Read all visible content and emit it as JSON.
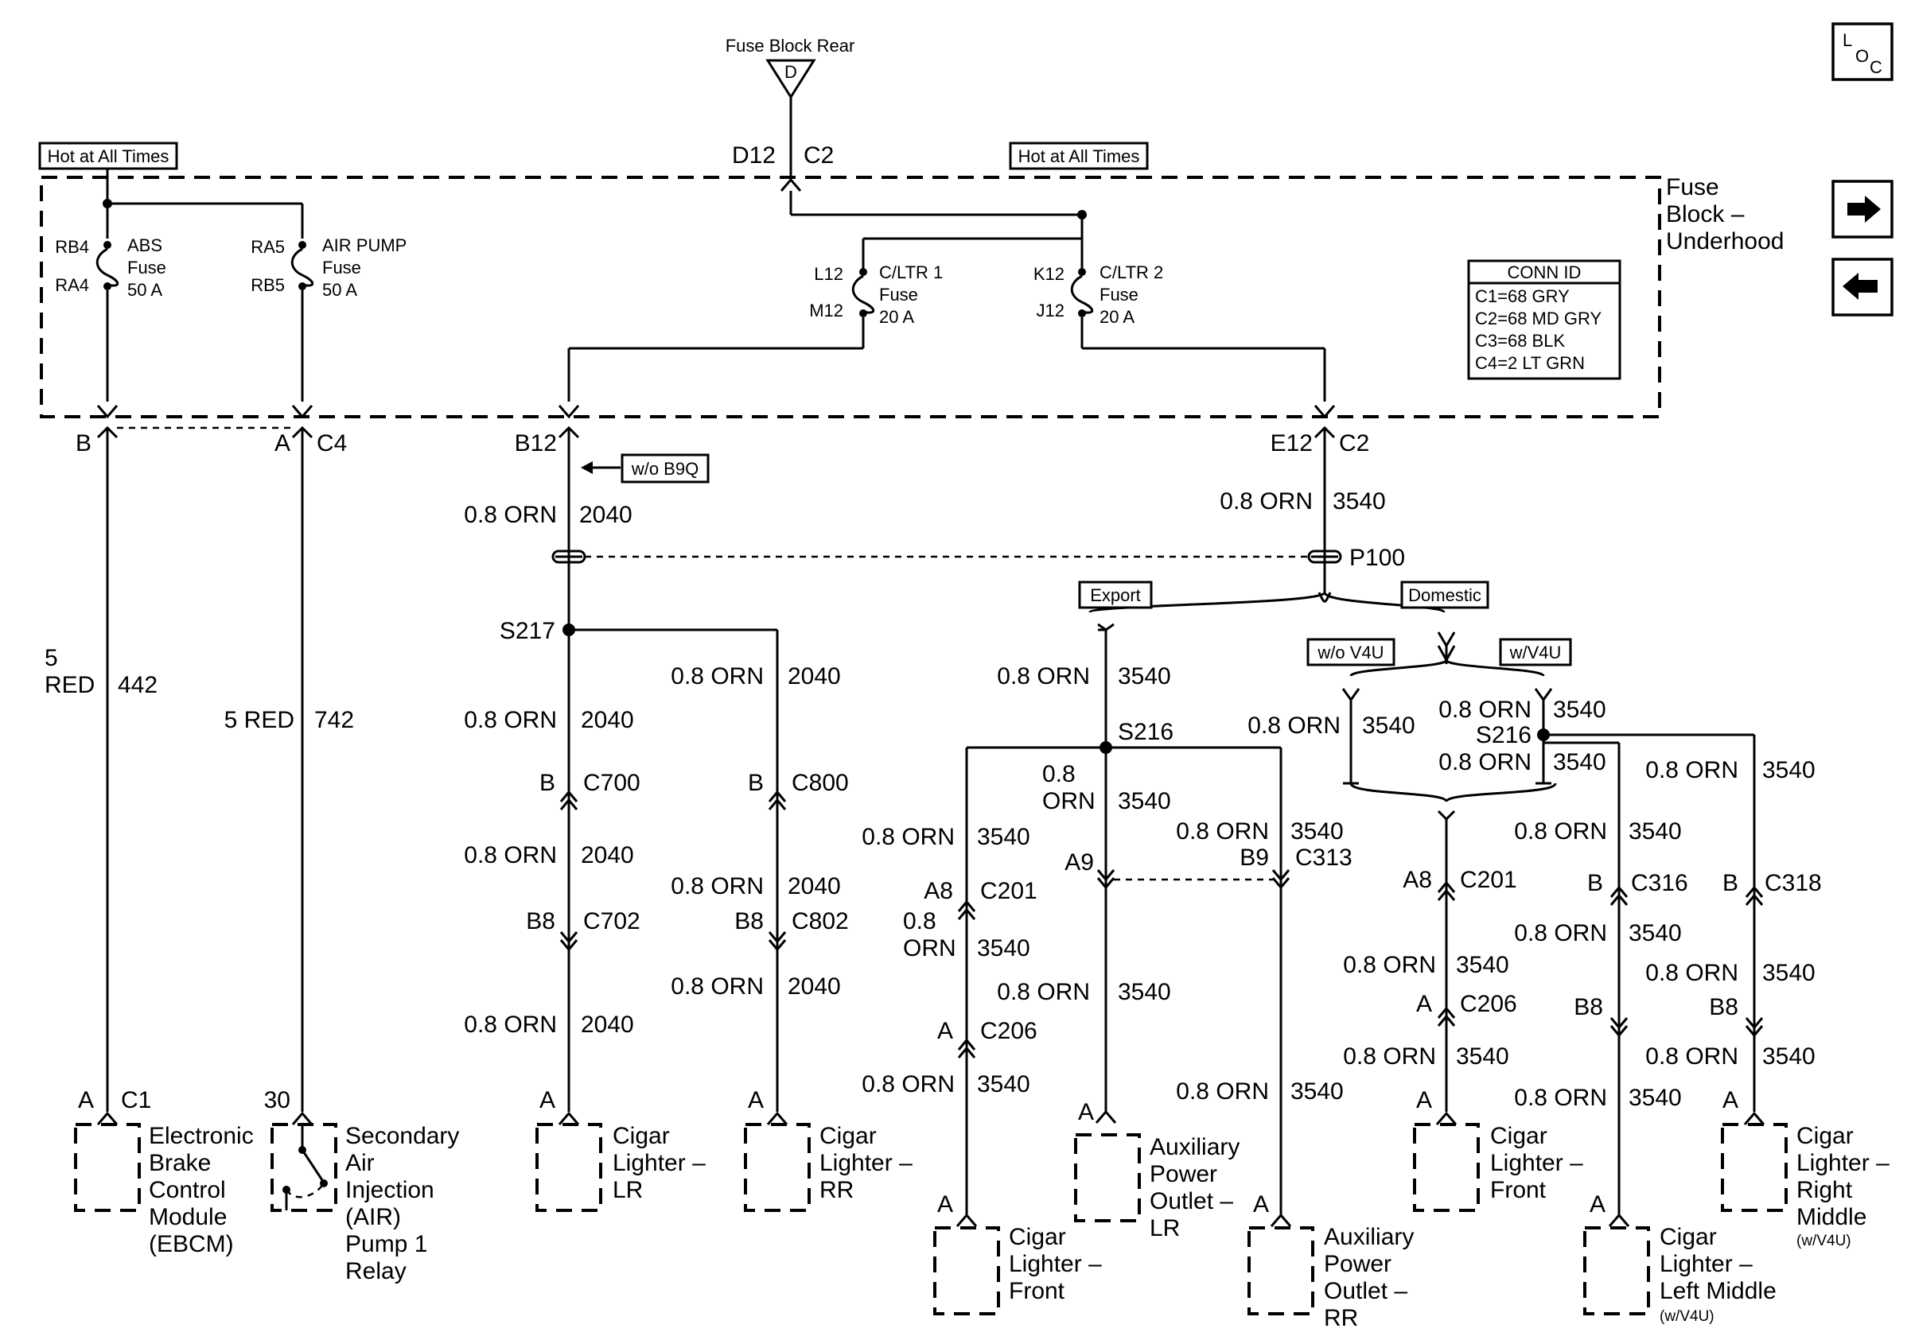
{
  "top_source": {
    "label": "Fuse Block Rear",
    "symbol": "D",
    "pin_left": "D12",
    "pin_right": "C2"
  },
  "hot_labels": [
    "Hot at All Times",
    "Hot at All Times"
  ],
  "fuse_block": {
    "title_lines": [
      "Fuse",
      "Block –",
      "Underhood"
    ]
  },
  "conn_id": {
    "title": "CONN ID",
    "lines": [
      "C1=68 GRY",
      "C2=68 MD GRY",
      "C3=68 BLK",
      "C4=2 LT GRN"
    ]
  },
  "nav": {
    "loc": "LOC",
    "forward": "→",
    "back": "←"
  },
  "fuses": [
    {
      "top": "RB4",
      "bottom": "RA4",
      "lines": [
        "ABS",
        "Fuse",
        "50 A"
      ]
    },
    {
      "top": "RA5",
      "bottom": "RB5",
      "lines": [
        "AIR PUMP",
        "Fuse",
        "50 A"
      ]
    },
    {
      "top": "L12",
      "bottom": "M12",
      "lines": [
        "C/LTR 1",
        "Fuse",
        "20 A"
      ]
    },
    {
      "top": "K12",
      "bottom": "J12",
      "lines": [
        "C/LTR 2",
        "Fuse",
        "20 A"
      ]
    }
  ],
  "labels": {
    "pin_b": "B",
    "pin_a": "A",
    "c4": "C4",
    "b12": "B12",
    "e12": "E12",
    "c2": "C2",
    "wo_b9q": "w/o B9Q",
    "p100": "P100",
    "s217": "S217",
    "s216": "S216",
    "export": "Export",
    "domestic": "Domestic",
    "wo_v4u": "w/o V4U",
    "w_v4u": "w/V4U",
    "five": "5",
    "red": "RED",
    "c442": "442",
    "red5": "5 RED",
    "c742": "742",
    "orn": "0.8 ORN",
    "orn08": "0.8",
    "ornw": "ORN",
    "c2040": "2040",
    "c3540": "3540",
    "c700": "C700",
    "c800": "C800",
    "c702": "C702",
    "c802": "C802",
    "b8": "B8",
    "c201": "C201",
    "c206": "C206",
    "c313": "C313",
    "c316": "C316",
    "c318": "C318",
    "a8": "A8",
    "a9": "A9",
    "b9": "B9",
    "pa": "A",
    "pb": "B",
    "c1": "C1",
    "p30": "30"
  },
  "components": [
    {
      "id": "ebcm",
      "lines": [
        "Electronic",
        "Brake",
        "Control",
        "Module",
        "(EBCM)"
      ]
    },
    {
      "id": "air",
      "lines": [
        "Secondary",
        "Air",
        "Injection",
        "(AIR)",
        "Pump 1",
        "Relay"
      ]
    },
    {
      "id": "lr",
      "lines": [
        "Cigar",
        "Lighter –",
        "LR"
      ]
    },
    {
      "id": "rr",
      "lines": [
        "Cigar",
        "Lighter –",
        "RR"
      ]
    },
    {
      "id": "front1",
      "lines": [
        "Cigar",
        "Lighter –",
        "Front"
      ]
    },
    {
      "id": "aux_lr",
      "lines": [
        "Auxiliary",
        "Power",
        "Outlet –",
        "LR"
      ]
    },
    {
      "id": "aux_rr",
      "lines": [
        "Auxiliary",
        "Power",
        "Outlet –",
        "RR"
      ]
    },
    {
      "id": "front2",
      "lines": [
        "Cigar",
        "Lighter –",
        "Front"
      ]
    },
    {
      "id": "left_mid",
      "lines": [
        "Cigar",
        "Lighter –",
        "Left Middle"
      ],
      "note": "(w/V4U)"
    },
    {
      "id": "right_mid",
      "lines": [
        "Cigar",
        "Lighter –",
        "Right",
        "Middle"
      ],
      "note": "(w/V4U)"
    }
  ]
}
